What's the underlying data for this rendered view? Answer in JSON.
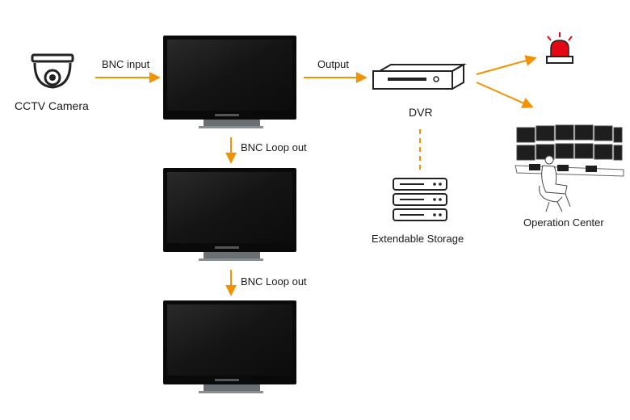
{
  "labels": {
    "camera": "CCTV Camera",
    "bnc_input": "BNC input",
    "output": "Output",
    "dvr": "DVR",
    "loop_out_1": "BNC Loop out",
    "loop_out_2": "BNC Loop out",
    "storage": "Extendable Storage",
    "operation_center": "Operation Center"
  },
  "colors": {
    "arrow": "#f39200",
    "monitor_frame": "#0a0a0a",
    "screen": "#151515",
    "alarm": "#e30613"
  },
  "icons": [
    "dome-camera-icon",
    "monitor-icon",
    "dvr-icon",
    "storage-server-icon",
    "alarm-light-icon",
    "control-room-icon"
  ]
}
